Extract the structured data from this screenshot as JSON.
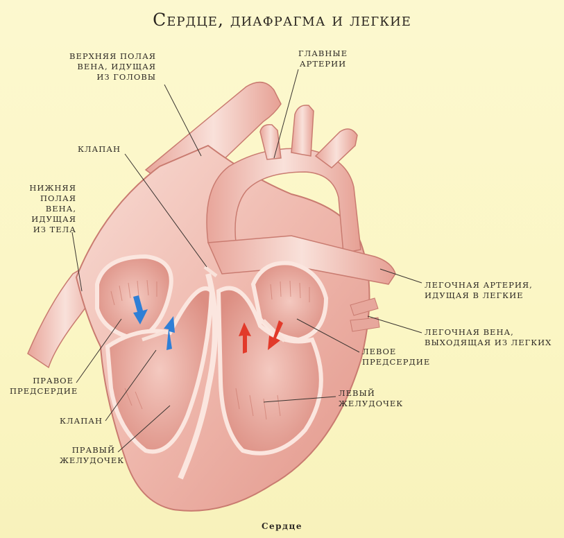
{
  "title": "Сердце, диафрагма и легкие",
  "caption": "Сердце",
  "labels": {
    "superior_vena_cava": [
      "Верхняя полая",
      "вена, идущая",
      "из головы"
    ],
    "main_arteries": [
      "Главные",
      "артерии"
    ],
    "valve_top": [
      "Клапан"
    ],
    "inferior_vena_cava": [
      "Нижняя",
      "полая",
      "вена,",
      "идущая",
      "из тела"
    ],
    "pulmonary_artery": [
      "Легочная артерия,",
      "идущая в легкие"
    ],
    "pulmonary_vein": [
      "Легочная вена,",
      "выходящая из легких"
    ],
    "left_atrium": [
      "Левое",
      "предсердие"
    ],
    "right_atrium": [
      "Правое",
      "предсердие"
    ],
    "left_ventricle": [
      "Левый",
      "желудочек"
    ],
    "valve_bottom": [
      "Клапан"
    ],
    "right_ventricle": [
      "Правый",
      "желудочек"
    ]
  },
  "colors": {
    "background": "#fbf7c6",
    "tissue_light": "#f6d3cc",
    "tissue_mid": "#eaa79b",
    "tissue_dark": "#d97f73",
    "arrow_blue": "#2f7fd6",
    "arrow_red": "#e23a2a"
  }
}
